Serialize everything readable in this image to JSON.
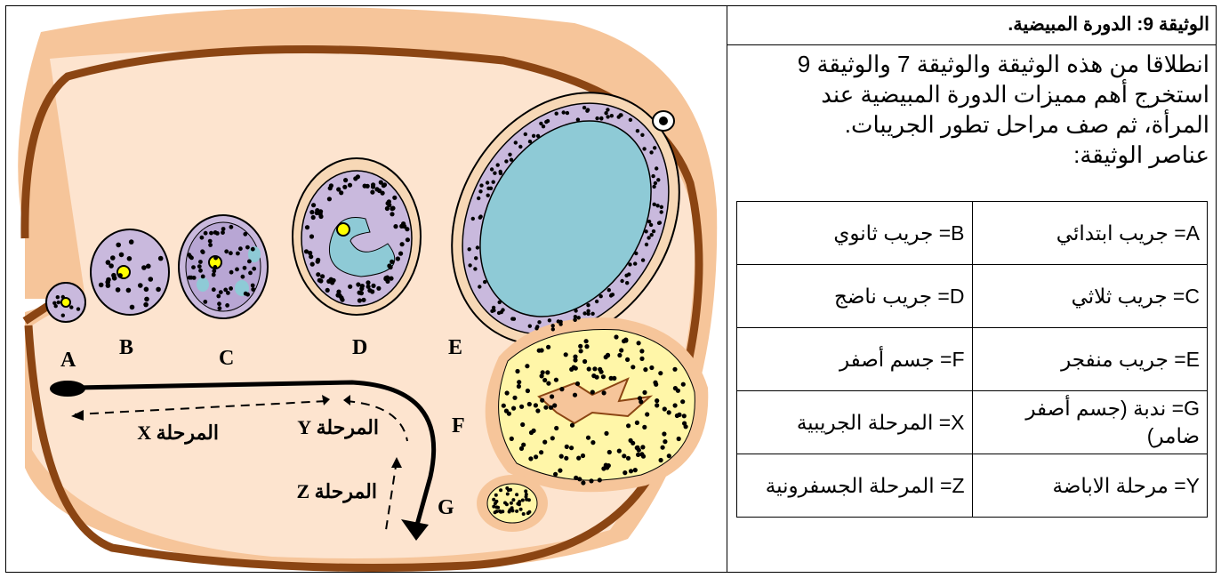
{
  "diagram": {
    "labels": {
      "A": "A",
      "B": "B",
      "C": "C",
      "D": "D",
      "E": "E",
      "F": "F",
      "G": "G"
    },
    "phase_x": "المرحلة X",
    "phase_y": "المرحلة Y",
    "phase_z": "المرحلة Z"
  },
  "panel": {
    "title": "الوثيقة 9: الدورة المبيضية.",
    "instructions": [
      "انطلاقا من هذه الوثيقة والوثيقة 7 والوثيقة 9",
      "استخرج أهم مميزات الدورة المبيضية عند",
      "المرأة، ثم صف مراحل تطور الجريبات.",
      "عناصر الوثيقة:"
    ],
    "legend": [
      [
        "A= جريب ابتدائي",
        "B= جريب ثانوي"
      ],
      [
        "C= جريب ثلاثي",
        "D= جريب ناضج"
      ],
      [
        "E= جريب منفجر",
        "F= جسم أصفر"
      ],
      [
        "G= ندبة (جسم أصفر ضامر)",
        "X= المرحلة الجريبية"
      ],
      [
        "Y= مرحلة الاباضة",
        "Z= المرحلة الجسفرونية"
      ]
    ]
  }
}
